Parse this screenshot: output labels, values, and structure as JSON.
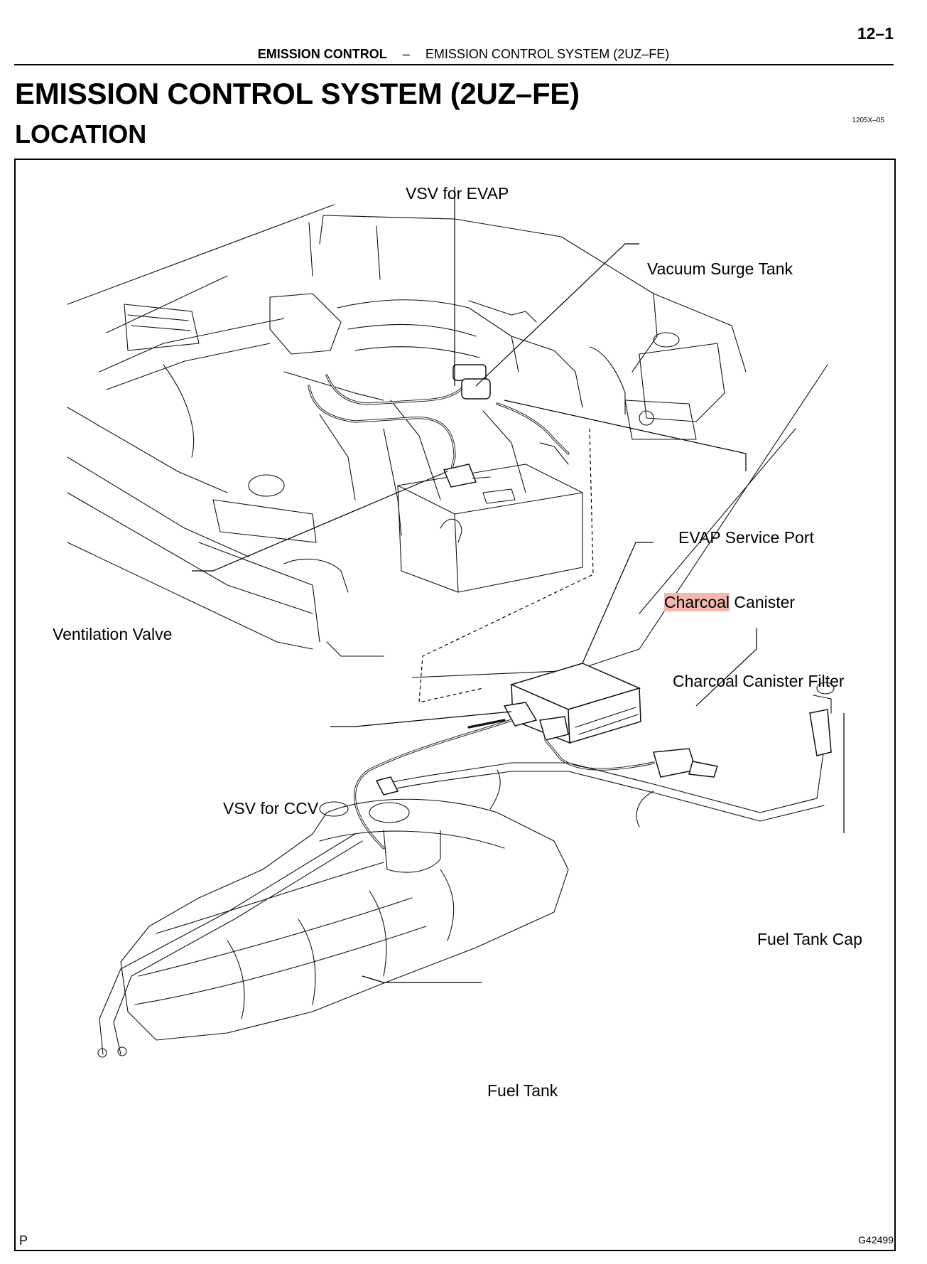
{
  "page_number": "12–1",
  "running_header": {
    "section": "EMISSION CONTROL",
    "separator": "–",
    "subsection": "EMISSION CONTROL SYSTEM (2UZ–FE)"
  },
  "title": "EMISSION CONTROL SYSTEM (2UZ–FE)",
  "section_heading": "LOCATION",
  "doc_code": "1205X–05",
  "figure": {
    "labels": {
      "vsv_evap": "VSV for EVAP",
      "vacuum_surge_tank": "Vacuum Surge Tank",
      "evap_service_port": "EVAP Service Port",
      "charcoal_canister_highlight": "Charcoal",
      "charcoal_canister_rest": " Canister",
      "ventilation_valve": "Ventilation Valve",
      "charcoal_canister_filter": "Charcoal Canister Filter",
      "vsv_ccv": "VSV for CCV",
      "fuel_tank_cap": "Fuel Tank Cap",
      "fuel_tank": "Fuel Tank"
    },
    "letter": "P",
    "code": "G42499"
  },
  "colors": {
    "highlight": "#f2b8ae"
  }
}
